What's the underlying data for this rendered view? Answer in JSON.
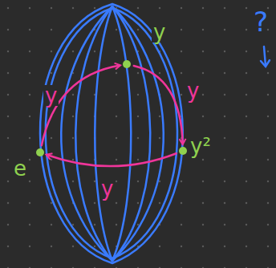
{
  "diagram": {
    "nodes": [
      {
        "text": [
          "y"
        ]
      },
      {
        "text": [
          "e"
        ]
      },
      {
        "text": [
          "y²"
        ]
      }
    ],
    "edges": [
      {
        "from": 1,
        "to": 0,
        "arrow": "to",
        "label": "y"
      },
      {
        "from": 0,
        "to": 2,
        "arrow": "to",
        "label": "y"
      },
      {
        "from": 2,
        "to": 1,
        "arrow": "to",
        "label": "y"
      }
    ],
    "labels": [
      "?"
    ]
  }
}
